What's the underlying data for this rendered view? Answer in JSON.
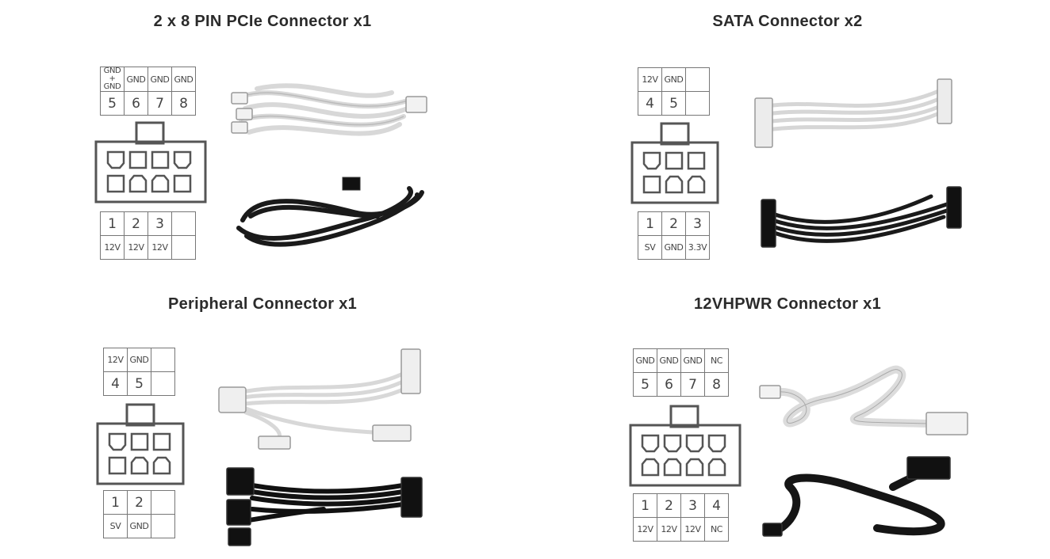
{
  "panels": [
    {
      "title": "2 x 8 PIN PCIe Connector x1",
      "top_row": {
        "labels": [
          "GND\n+\nGND",
          "GND",
          "GND",
          "GND"
        ],
        "numbers": [
          "5",
          "6",
          "7",
          "8"
        ]
      },
      "bottom_row": {
        "numbers": [
          "1",
          "2",
          "3",
          ""
        ],
        "labels": [
          "12V",
          "12V",
          "12V",
          ""
        ]
      },
      "cables": [
        "white",
        "black"
      ]
    },
    {
      "title": "SATA Connector x2",
      "top_row": {
        "labels": [
          "12V",
          "GND",
          ""
        ],
        "numbers": [
          "4",
          "5",
          ""
        ]
      },
      "bottom_row": {
        "numbers": [
          "1",
          "2",
          "3"
        ],
        "labels": [
          "SV",
          "GND",
          "3.3V"
        ]
      },
      "cables": [
        "white",
        "black"
      ]
    },
    {
      "title": "Peripheral Connector x1",
      "top_row": {
        "labels": [
          "12V",
          "GND",
          ""
        ],
        "numbers": [
          "4",
          "5",
          ""
        ]
      },
      "bottom_row": {
        "numbers": [
          "1",
          "2",
          ""
        ],
        "labels": [
          "SV",
          "GND",
          ""
        ]
      },
      "cables": [
        "white",
        "black"
      ]
    },
    {
      "title": "12VHPWR Connector x1",
      "top_row": {
        "labels": [
          "GND",
          "GND",
          "GND",
          "NC"
        ],
        "numbers": [
          "5",
          "6",
          "7",
          "8"
        ]
      },
      "bottom_row": {
        "numbers": [
          "1",
          "2",
          "3",
          "4"
        ],
        "labels": [
          "12V",
          "12V",
          "12V",
          "NC"
        ]
      },
      "cables": [
        "white",
        "black"
      ]
    }
  ],
  "colors": {
    "outline": "#555555",
    "cable_white": "#e6e6e6",
    "cable_black": "#1a1a1a"
  }
}
